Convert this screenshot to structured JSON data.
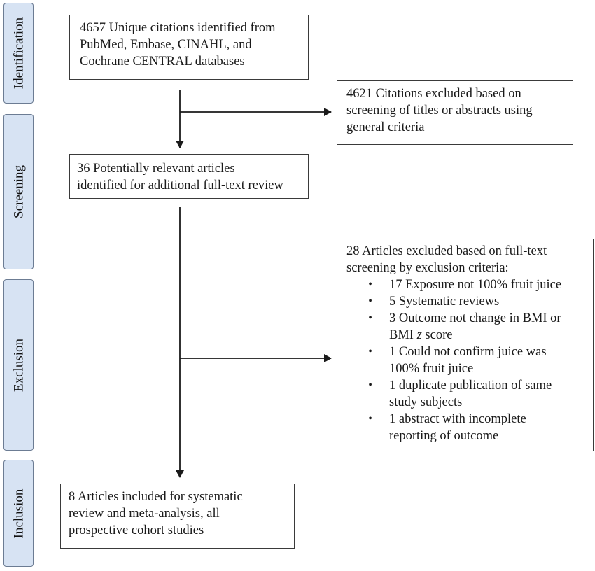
{
  "phases": [
    {
      "label": "Identification"
    },
    {
      "label": "Screening"
    },
    {
      "label": "Exclusion"
    },
    {
      "label": "Inclusion"
    }
  ],
  "boxes": {
    "identified": {
      "lines": [
        "4657 Unique citations identified from",
        "PubMed, Embase, CINAHL, and",
        "Cochrane CENTRAL databases"
      ]
    },
    "excluded_screening": {
      "lines": [
        "4621 Citations excluded based on",
        "screening of titles or abstracts using",
        "general criteria"
      ]
    },
    "fulltext": {
      "lines": [
        "36 Potentially relevant articles",
        "identified for additional full-text review"
      ]
    },
    "excluded_fulltext": {
      "lines": [
        "28 Articles excluded based on full-text",
        "screening by exclusion criteria:"
      ],
      "bullet": "•",
      "items": [
        {
          "lines": [
            "17 Exposure not 100% fruit juice"
          ]
        },
        {
          "lines": [
            "5 Systematic reviews"
          ]
        },
        {
          "lines": [
            "3 Outcome not change in BMI or",
            "BMI z score"
          ]
        },
        {
          "lines": [
            "1 Could not confirm juice was",
            "100% fruit juice"
          ]
        },
        {
          "lines": [
            "1 duplicate publication of same",
            "study subjects"
          ]
        },
        {
          "lines": [
            "1 abstract with incomplete",
            "reporting of outcome"
          ]
        }
      ]
    },
    "included": {
      "lines": [
        "8 Articles included for systematic",
        "review and meta-analysis, all",
        "prospective cohort studies"
      ]
    }
  },
  "colors": {
    "phase_fill": "#d7e3f3",
    "phase_border": "#6c7c93",
    "box_border": "#3a3a3a",
    "arrow": "#1a1a1a"
  }
}
